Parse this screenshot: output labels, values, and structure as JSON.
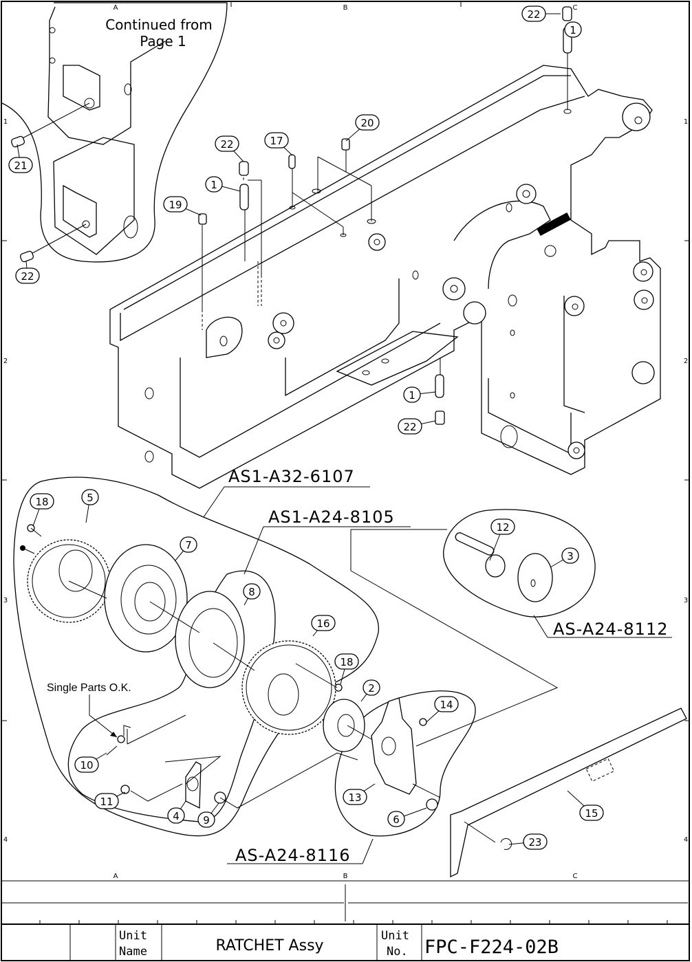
{
  "drawing": {
    "continued_note": [
      "Continued from",
      "Page 1"
    ],
    "single_parts_note": "Single Parts O.K.",
    "grid": {
      "columns": [
        "A",
        "B",
        "C"
      ],
      "rows": [
        "1",
        "2",
        "3",
        "4"
      ]
    },
    "assemblies": [
      {
        "id": "AS1-A32-6107"
      },
      {
        "id": "AS1-A24-8105"
      },
      {
        "id": "AS-A24-8112"
      },
      {
        "id": "AS-A24-8116"
      }
    ],
    "callouts": [
      {
        "num": "22",
        "where": "top-right pin"
      },
      {
        "num": "1",
        "where": "top-right pin"
      },
      {
        "num": "20"
      },
      {
        "num": "22",
        "where": "center pin"
      },
      {
        "num": "17"
      },
      {
        "num": "1",
        "where": "center pin"
      },
      {
        "num": "19"
      },
      {
        "num": "21"
      },
      {
        "num": "22",
        "where": "left block"
      },
      {
        "num": "1",
        "where": "lower pin"
      },
      {
        "num": "22",
        "where": "lower pin"
      },
      {
        "num": "18",
        "where": "sprocket"
      },
      {
        "num": "5"
      },
      {
        "num": "7"
      },
      {
        "num": "8"
      },
      {
        "num": "16"
      },
      {
        "num": "18",
        "where": "ratchet"
      },
      {
        "num": "12"
      },
      {
        "num": "3"
      },
      {
        "num": "2"
      },
      {
        "num": "14"
      },
      {
        "num": "10"
      },
      {
        "num": "11"
      },
      {
        "num": "4"
      },
      {
        "num": "9"
      },
      {
        "num": "13"
      },
      {
        "num": "6"
      },
      {
        "num": "15"
      },
      {
        "num": "23"
      }
    ]
  },
  "title_block": {
    "unit_name_label": [
      "Unit",
      "Name"
    ],
    "unit_name_value": "RATCHET Assy",
    "unit_no_label": [
      "Unit",
      "No."
    ],
    "unit_no_value": "FPC-F224-02B"
  }
}
